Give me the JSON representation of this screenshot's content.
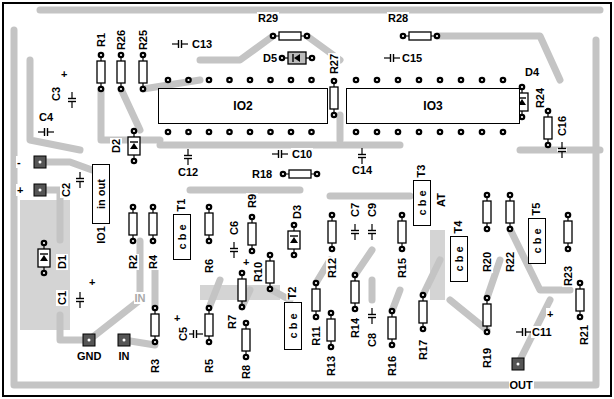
{
  "diagram": {
    "nodes": [
      {
        "text": [
          "IO2"
        ]
      },
      {
        "text": [
          "IO3"
        ]
      },
      {
        "text": [
          "in out",
          "IO1"
        ]
      },
      {
        "text": [
          "c b e",
          "T1"
        ]
      },
      {
        "text": [
          "c b e",
          "T2"
        ]
      },
      {
        "text": [
          "c b e",
          "T3"
        ]
      },
      {
        "text": [
          "c b e",
          "T4"
        ]
      },
      {
        "text": [
          "c b e",
          "T5"
        ]
      }
    ],
    "labels": [
      "R1",
      "R26",
      "R25",
      "C13",
      "R29",
      "D5",
      "R27",
      "R28",
      "C15",
      "D4",
      "R24",
      "C16",
      "C3",
      "+",
      "C4",
      "D2",
      "C12",
      "C10",
      "R18",
      "C14",
      "-",
      "+",
      "C2",
      "D1",
      "C1",
      "+",
      "R2",
      "R4",
      "R6",
      "C6",
      "+",
      "R9",
      "D3",
      "R10",
      "R12",
      "C7",
      "C9",
      "R15",
      "AT",
      "R20",
      "R22",
      "R23",
      "R21",
      "C11",
      "+",
      "OUT",
      "R19",
      "R17",
      "R16",
      "C8",
      "R14",
      "R13",
      "R11",
      "R8",
      "R7",
      "R5",
      "C5",
      "+",
      "R3",
      "GND",
      "IN",
      "IN"
    ]
  }
}
